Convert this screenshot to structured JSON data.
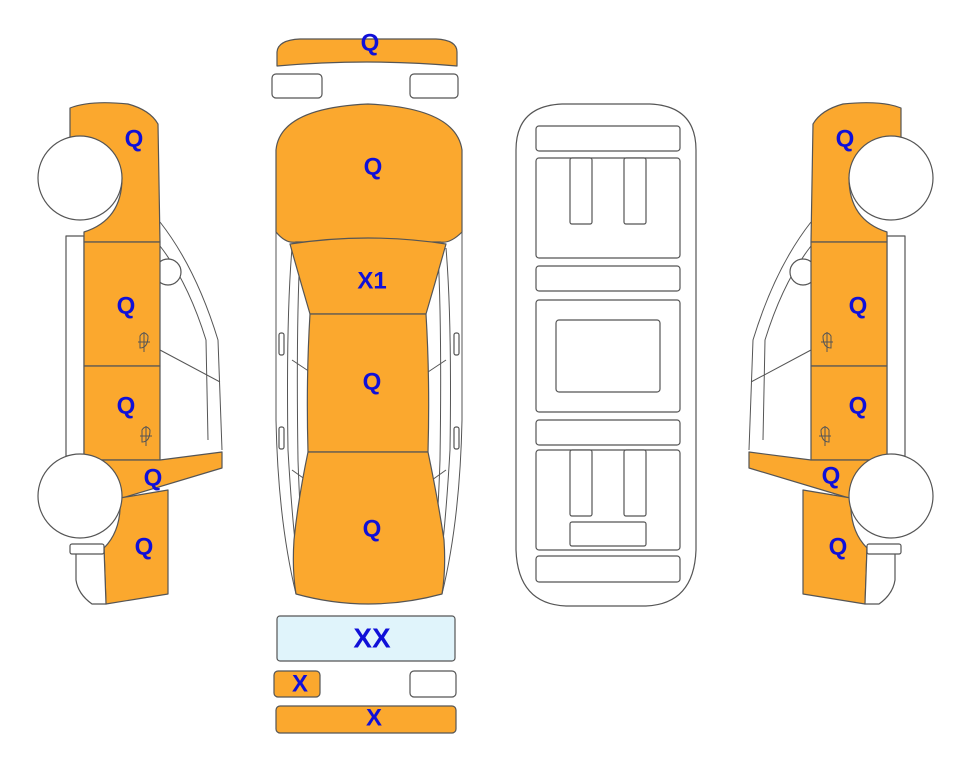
{
  "colors": {
    "damaged": "#FBA82E",
    "glass_damaged": "#E0F4FB",
    "undamaged": "#FFFFFF",
    "label": "#1010D8",
    "outline": "#555555"
  },
  "labels": {
    "front_bumper": "Q",
    "hood": "Q",
    "windshield": "X1",
    "roof": "Q",
    "trunk": "Q",
    "rear_window": "XX",
    "rear_light_left": "X",
    "rear_bumper": "X",
    "left_front_fender": "Q",
    "left_front_door": "Q",
    "left_rear_door": "Q",
    "left_rocker": "Q",
    "left_rear_quarter": "Q",
    "right_front_fender": "Q",
    "right_front_door": "Q",
    "right_rear_door": "Q",
    "right_rocker": "Q",
    "right_rear_quarter": "Q"
  }
}
